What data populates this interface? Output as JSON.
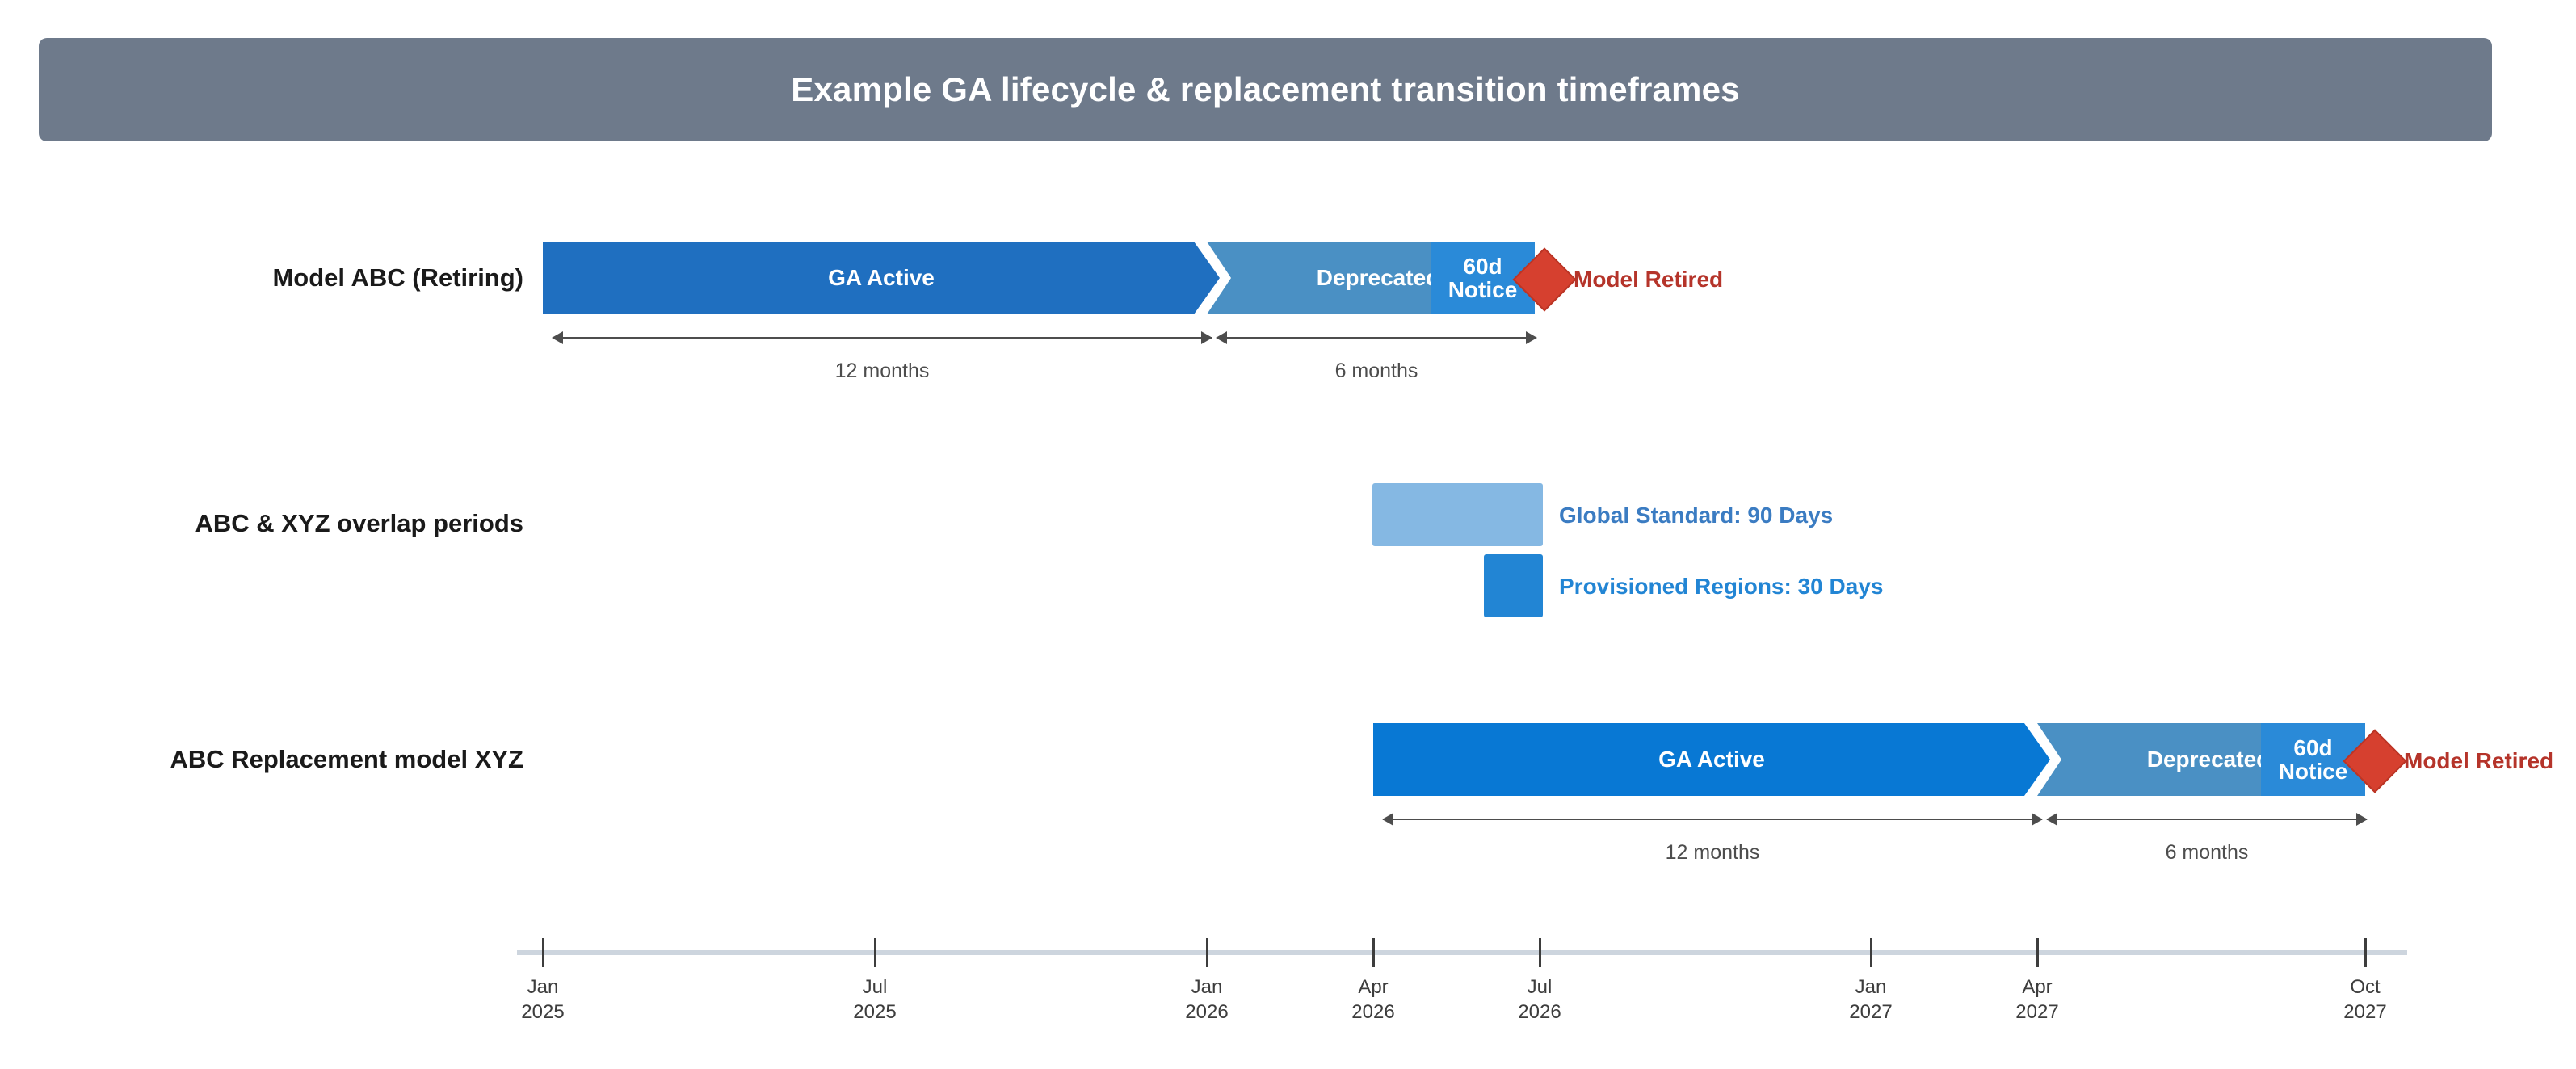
{
  "header": {
    "title": "Example GA lifecycle & replacement transition timeframes",
    "background_color": "#6e7a8b",
    "text_color": "#ffffff"
  },
  "colors": {
    "ga_active_row1": "#1f6fc0",
    "ga_active_row3": "#0878d4",
    "deprecated": "#4a90c4",
    "notice": "#2a8ad8",
    "milestone_red": "#d6402f",
    "milestone_text": "#b5342a",
    "overlap_light": "#85b8e3",
    "overlap_dark": "#2285d4",
    "axis_line": "#cdd5de",
    "measure": "#4d4d4d"
  },
  "rows": [
    {
      "label": "Model ABC (Retiring)",
      "segments": [
        {
          "name": "ga-active",
          "label": "GA Active"
        },
        {
          "name": "deprecated",
          "label": "Deprecated"
        },
        {
          "name": "notice",
          "label_line1": "60d",
          "label_line2": "Notice"
        }
      ],
      "milestone": {
        "label": "Model Retired",
        "icon": "diamond-icon"
      },
      "measures": [
        {
          "label": "12 months"
        },
        {
          "label": "6 months"
        }
      ]
    },
    {
      "label": "ABC & XYZ overlap periods",
      "overlaps": [
        {
          "label": "Global Standard: 90 Days",
          "days": 90
        },
        {
          "label": "Provisioned Regions: 30 Days",
          "days": 30
        }
      ]
    },
    {
      "label": "ABC Replacement model XYZ",
      "segments": [
        {
          "name": "ga-active",
          "label": "GA Active"
        },
        {
          "name": "deprecated",
          "label": "Deprecated"
        },
        {
          "name": "notice",
          "label_line1": "60d",
          "label_line2": "Notice"
        }
      ],
      "milestone": {
        "label": "Model Retired",
        "icon": "diamond-icon"
      },
      "measures": [
        {
          "label": "12 months"
        },
        {
          "label": "6 months"
        }
      ]
    }
  ],
  "axis": {
    "ticks": [
      {
        "month": "Jan",
        "year": "2025"
      },
      {
        "month": "Jul",
        "year": "2025"
      },
      {
        "month": "Jan",
        "year": "2026"
      },
      {
        "month": "Apr",
        "year": "2026"
      },
      {
        "month": "Jul",
        "year": "2026"
      },
      {
        "month": "Jan",
        "year": "2027"
      },
      {
        "month": "Apr",
        "year": "2027"
      },
      {
        "month": "Oct",
        "year": "2027"
      }
    ]
  },
  "chart_data": {
    "type": "bar",
    "title": "Example GA lifecycle & replacement transition timeframes",
    "xlabel": "",
    "ylabel": "",
    "orientation": "horizontal",
    "x_axis_type": "time",
    "x_ticks": [
      "Jan 2025",
      "Jul 2025",
      "Jan 2026",
      "Apr 2026",
      "Jul 2026",
      "Jan 2027",
      "Apr 2027",
      "Oct 2027"
    ],
    "categories": [
      "Model ABC (Retiring)",
      "ABC & XYZ overlap periods",
      "ABC Replacement model XYZ"
    ],
    "series": [
      {
        "name": "Model ABC (Retiring)",
        "bars": [
          {
            "label": "GA Active",
            "start": "Jan 2025",
            "end": "Jan 2026",
            "duration": "12 months",
            "color": "#1f6fc0"
          },
          {
            "label": "Deprecated",
            "start": "Jan 2026",
            "end": "Jul 2026",
            "duration": "6 months",
            "color": "#4a90c4"
          },
          {
            "label": "60d Notice",
            "start": "May 2026",
            "end": "Jul 2026",
            "duration": "60 days",
            "color": "#2a8ad8"
          }
        ],
        "milestone": {
          "label": "Model Retired",
          "at": "Jul 2026"
        }
      },
      {
        "name": "ABC & XYZ overlap periods",
        "bars": [
          {
            "label": "Global Standard: 90 Days",
            "duration": "90 days",
            "color": "#85b8e3"
          },
          {
            "label": "Provisioned Regions: 30 Days",
            "duration": "30 days",
            "color": "#2285d4"
          }
        ]
      },
      {
        "name": "ABC Replacement model XYZ",
        "bars": [
          {
            "label": "GA Active",
            "start": "Apr 2026",
            "end": "Apr 2027",
            "duration": "12 months",
            "color": "#0878d4"
          },
          {
            "label": "Deprecated",
            "start": "Apr 2027",
            "end": "Oct 2027",
            "duration": "6 months",
            "color": "#4a90c4"
          },
          {
            "label": "60d Notice",
            "start": "Aug 2027",
            "end": "Oct 2027",
            "duration": "60 days",
            "color": "#2a8ad8"
          }
        ],
        "milestone": {
          "label": "Model Retired",
          "at": "Oct 2027"
        }
      }
    ],
    "grid": false,
    "legend": "none"
  }
}
